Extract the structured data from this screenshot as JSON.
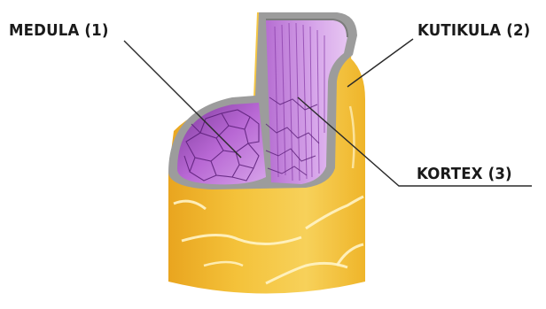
{
  "labels": {
    "medula": "MEDULA (1)",
    "kutikula": "KUTIKULA (2)",
    "kortex": "KORTEX (3)"
  },
  "colors": {
    "cuticle_fill": "#F2BE34",
    "cuticle_light": "#F7D568",
    "cuticle_shadow": "#E7A11E",
    "cortex_ring": "#9A9A9A",
    "medulla_fill": "#B35FD0",
    "medulla_light": "#D9A8EA",
    "medulla_dark": "#6F2C8E",
    "leader_line": "#2a2a2a"
  }
}
